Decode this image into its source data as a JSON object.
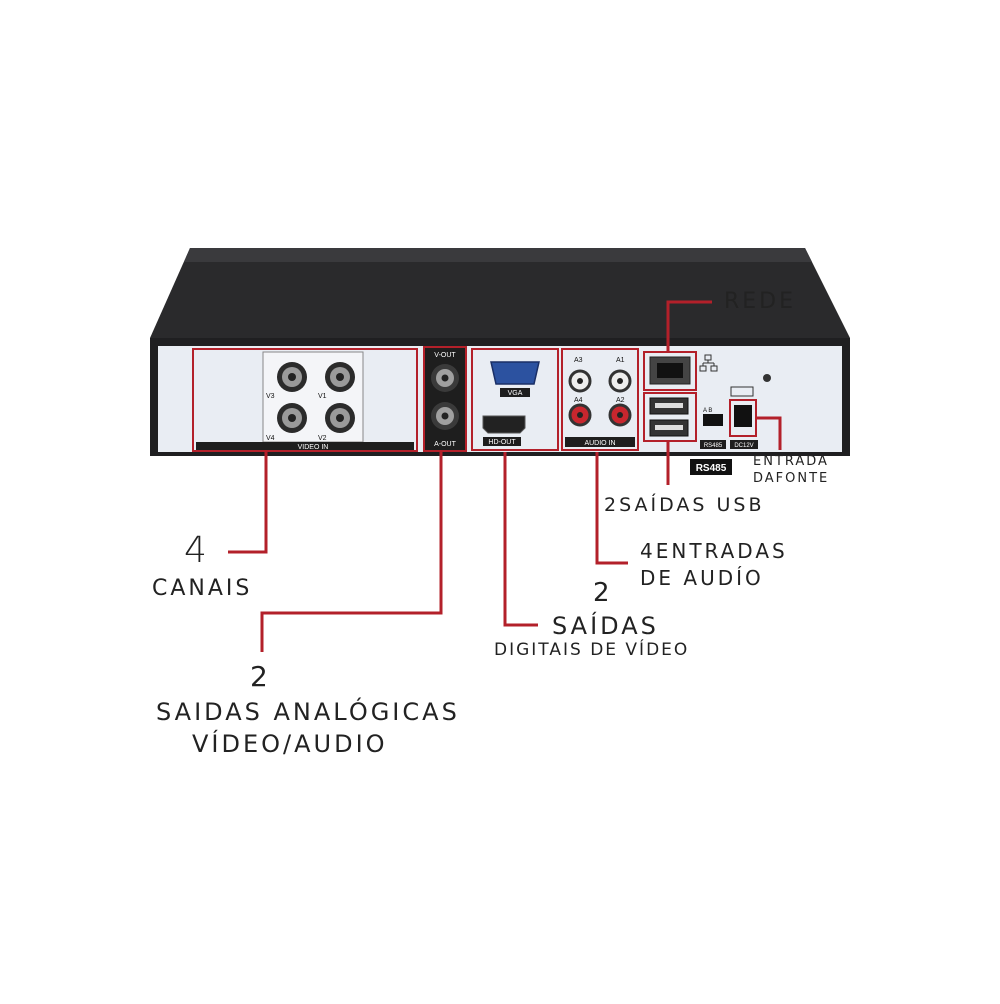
{
  "panel": {
    "video_in": "VIDEO IN",
    "v1": "V1",
    "v2": "V2",
    "v3": "V3",
    "v4": "V4",
    "v_out": "V-OUT",
    "a_out": "A-OUT",
    "vga": "VGA",
    "hd_out": "HD-OUT",
    "a1": "A1",
    "a2": "A2",
    "a3": "A3",
    "a4": "A4",
    "audio_in": "AUDIO IN",
    "rs485_small": "RS485",
    "ab": "A  B",
    "dc12v": "DC12V",
    "rs485_tag": "RS485"
  },
  "labels": {
    "rede": "REDE",
    "entrada_line1": "ENTRADA",
    "entrada_line2": "DAFONTE",
    "usb": "2SAÍDAS USB",
    "audio_line1": "4ENTRADAS",
    "audio_line2": "DE AUDÍO",
    "canais_num": "4",
    "canais": "CANAIS",
    "digital_num": "2",
    "digital_line1": "SAÍDAS",
    "digital_line2": "DIGITAIS DE VÍDEO",
    "analog_num": "2",
    "analog_line1": "SAIDAS  ANALÓGICAS",
    "analog_line2": "VÍDEO/AUDIO"
  },
  "colors": {
    "case": "#2a2a2c",
    "panel": "#e9edf3",
    "callout": "#b3202a",
    "text": "#222222"
  }
}
